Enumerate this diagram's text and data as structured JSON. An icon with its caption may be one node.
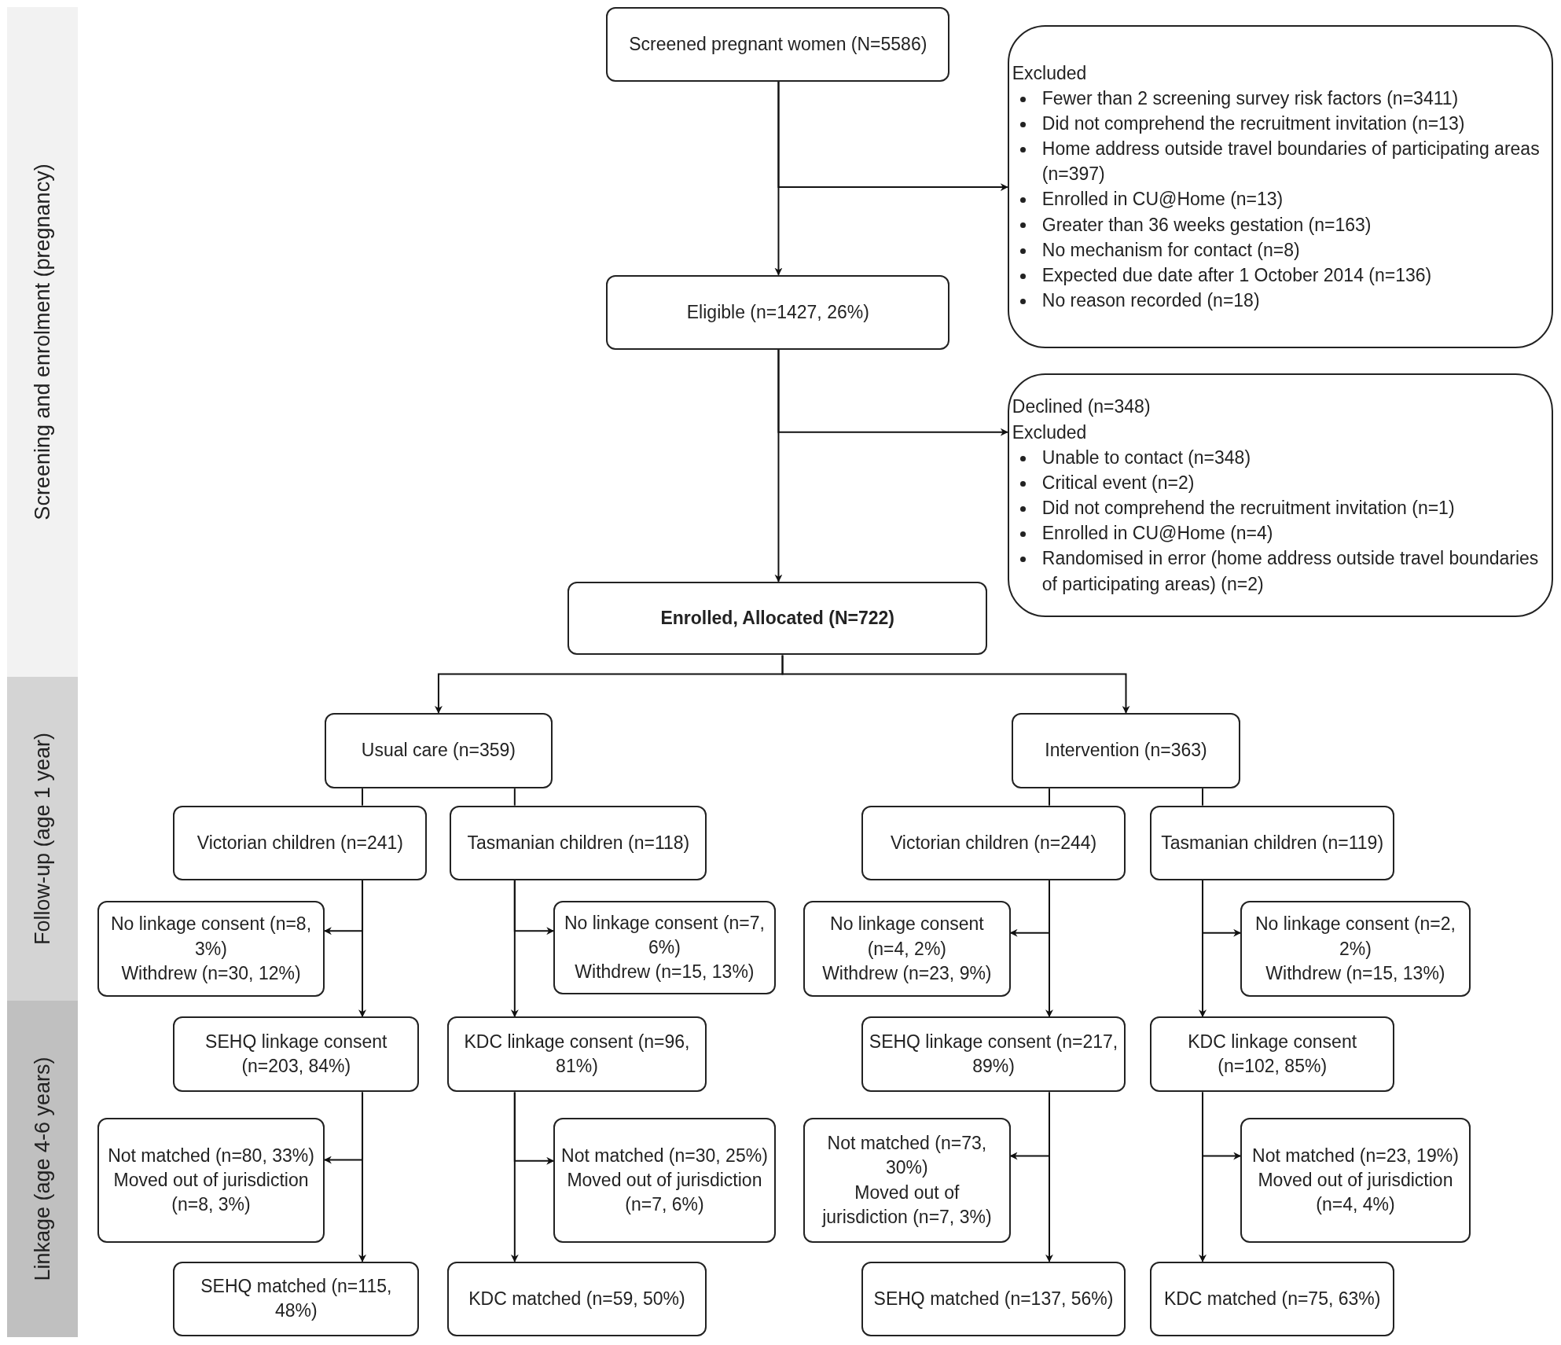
{
  "diagram": {
    "nodes": [
      {
        "text": [
          "Screened pregnant women (N=5586)"
        ]
      },
      {
        "text": [
          "Excluded",
          "Fewer than 2 screening survey risk factors (n=3411)",
          "Did not comprehend the recruitment invitation (n=13)",
          "Home address outside travel boundaries of participating areas (n=397)",
          "Enrolled in CU@Home (n=13)",
          "Greater than 36 weeks gestation (n=163)",
          "No mechanism for contact (n=8)",
          "Expected due date after 1 October 2014 (n=136)",
          "No reason recorded (n=18)"
        ]
      },
      {
        "text": [
          "Eligible (n=1427, 26%)"
        ]
      },
      {
        "text": [
          "Declined (n=348)",
          "Excluded",
          "Unable to contact (n=348)",
          "Critical event (n=2)",
          "Did not comprehend the recruitment invitation (n=1)",
          "Enrolled in CU@Home (n=4)",
          "Randomised in error (home address outside travel boundaries of participating areas) (n=2)"
        ]
      },
      {
        "text": [
          "Enrolled, Allocated (N=722)"
        ]
      },
      {
        "text": [
          "Usual care (n=359)"
        ]
      },
      {
        "text": [
          "Intervention (n=363)"
        ]
      },
      {
        "text": [
          "Victorian children (n=241)"
        ]
      },
      {
        "text": [
          "Tasmanian children (n=118)"
        ]
      },
      {
        "text": [
          "Victorian children (n=244)"
        ]
      },
      {
        "text": [
          "Tasmanian children (n=119)"
        ]
      },
      {
        "text": [
          "No linkage consent (n=8, 3%)",
          "Withdrew (n=30, 12%)"
        ]
      },
      {
        "text": [
          "No linkage consent (n=7, 6%)",
          "Withdrew (n=15, 13%)"
        ]
      },
      {
        "text": [
          "No linkage consent (n=4, 2%)",
          "Withdrew (n=23, 9%)"
        ]
      },
      {
        "text": [
          "No linkage consent (n=2, 2%)",
          "Withdrew (n=15, 13%)"
        ]
      },
      {
        "text": [
          "SEHQ linkage consent (n=203, 84%)"
        ]
      },
      {
        "text": [
          "KDC linkage consent (n=96, 81%)"
        ]
      },
      {
        "text": [
          "SEHQ linkage consent (n=217, 89%)"
        ]
      },
      {
        "text": [
          "KDC linkage consent (n=102, 85%)"
        ]
      },
      {
        "text": [
          "Not matched (n=80, 33%)",
          "Moved out of jurisdiction (n=8, 3%)"
        ]
      },
      {
        "text": [
          "Not matched (n=30, 25%)",
          "Moved out of jurisdiction (n=7, 6%)"
        ]
      },
      {
        "text": [
          "Not matched (n=73, 30%)",
          "Moved out of jurisdiction (n=7, 3%)"
        ]
      },
      {
        "text": [
          "Not matched (n=23, 19%)",
          "Moved out of jurisdiction (n=4, 4%)"
        ]
      },
      {
        "text": [
          "SEHQ matched (n=115, 48%)"
        ]
      },
      {
        "text": [
          "KDC matched (n=59, 50%)"
        ]
      },
      {
        "text": [
          "SEHQ matched (n=137, 56%)"
        ]
      },
      {
        "text": [
          "KDC matched (n=75, 63%)"
        ]
      },
      {
        "text": [
          "Screening and enrolment (pregnancy)"
        ]
      },
      {
        "text": [
          "Follow-up (age 1 year)"
        ]
      },
      {
        "text": [
          "Linkage (age 4-6 years)"
        ]
      }
    ],
    "edges": [
      {
        "from": 0,
        "to": 2,
        "arrow": "to"
      },
      {
        "from": 0,
        "to": 1,
        "arrow": "to"
      },
      {
        "from": 2,
        "to": 4,
        "arrow": "to"
      },
      {
        "from": 2,
        "to": 3,
        "arrow": "to"
      },
      {
        "from": 4,
        "to": 5,
        "arrow": "to"
      },
      {
        "from": 4,
        "to": 6,
        "arrow": "to"
      },
      {
        "from": 5,
        "to": 7,
        "arrow": "none"
      },
      {
        "from": 5,
        "to": 8,
        "arrow": "none"
      },
      {
        "from": 6,
        "to": 9,
        "arrow": "none"
      },
      {
        "from": 6,
        "to": 10,
        "arrow": "none"
      },
      {
        "from": 7,
        "to": 15,
        "arrow": "to"
      },
      {
        "from": 7,
        "to": 11,
        "arrow": "to"
      },
      {
        "from": 8,
        "to": 16,
        "arrow": "to"
      },
      {
        "from": 8,
        "to": 12,
        "arrow": "to"
      },
      {
        "from": 9,
        "to": 17,
        "arrow": "to"
      },
      {
        "from": 9,
        "to": 13,
        "arrow": "to"
      },
      {
        "from": 10,
        "to": 18,
        "arrow": "to"
      },
      {
        "from": 10,
        "to": 14,
        "arrow": "to"
      },
      {
        "from": 15,
        "to": 23,
        "arrow": "to"
      },
      {
        "from": 15,
        "to": 19,
        "arrow": "to"
      },
      {
        "from": 16,
        "to": 24,
        "arrow": "to"
      },
      {
        "from": 16,
        "to": 20,
        "arrow": "to"
      },
      {
        "from": 17,
        "to": 25,
        "arrow": "to"
      },
      {
        "from": 17,
        "to": 21,
        "arrow": "to"
      },
      {
        "from": 18,
        "to": 26,
        "arrow": "to"
      },
      {
        "from": 18,
        "to": 22,
        "arrow": "to"
      }
    ]
  }
}
